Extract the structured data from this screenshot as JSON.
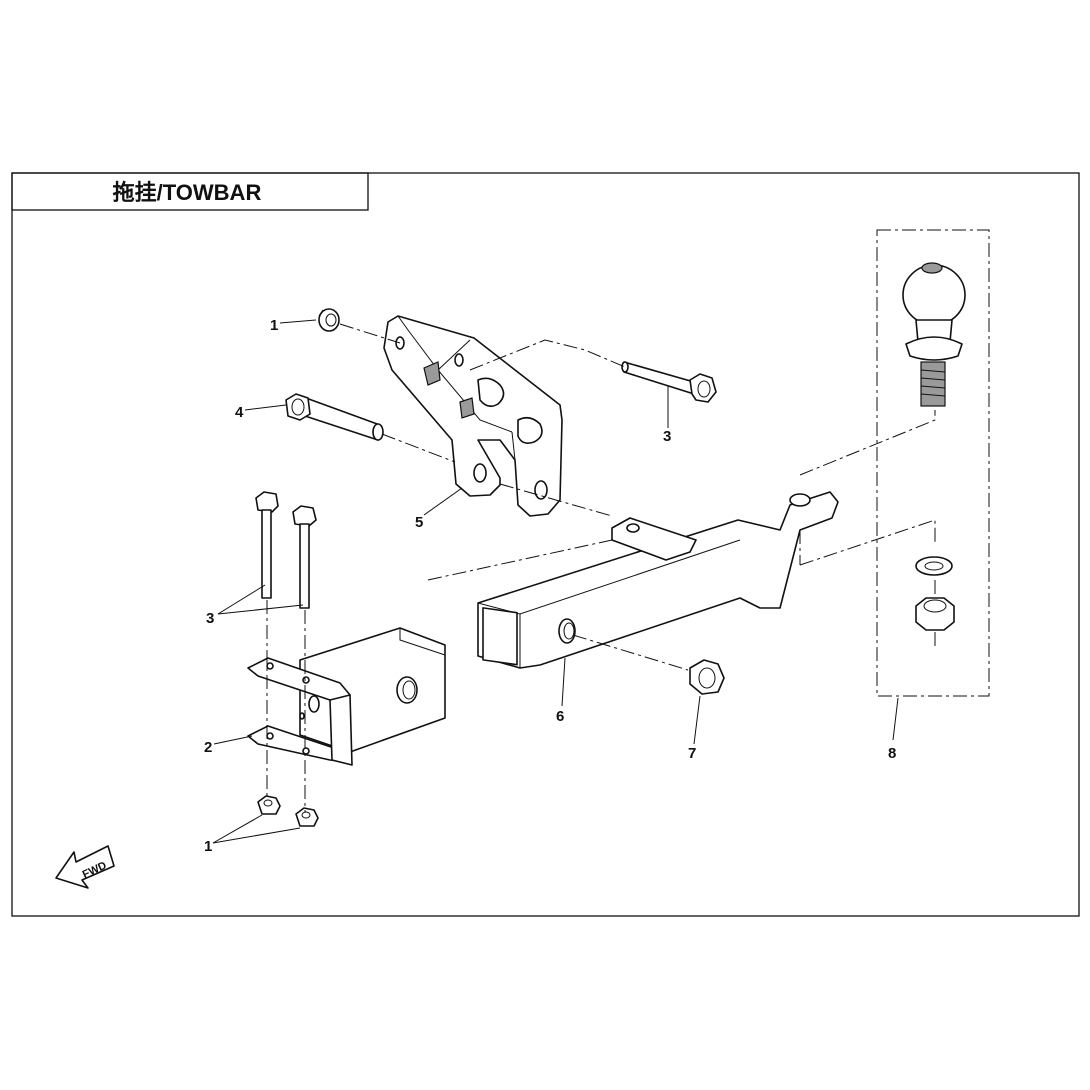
{
  "header": {
    "title": "拖挂/TOWBAR"
  },
  "fwd_label": "FWD",
  "callouts": [
    {
      "id": "c1-top",
      "label": "1"
    },
    {
      "id": "c4",
      "label": "4"
    },
    {
      "id": "c3-top",
      "label": "3"
    },
    {
      "id": "c5",
      "label": "5"
    },
    {
      "id": "c3-left",
      "label": "3"
    },
    {
      "id": "c2",
      "label": "2"
    },
    {
      "id": "c1-bottom",
      "label": "1"
    },
    {
      "id": "c6",
      "label": "6"
    },
    {
      "id": "c7",
      "label": "7"
    },
    {
      "id": "c8",
      "label": "8"
    }
  ],
  "colors": {
    "line": "#111111",
    "background": "#ffffff",
    "shade": "#9a9a9a"
  }
}
